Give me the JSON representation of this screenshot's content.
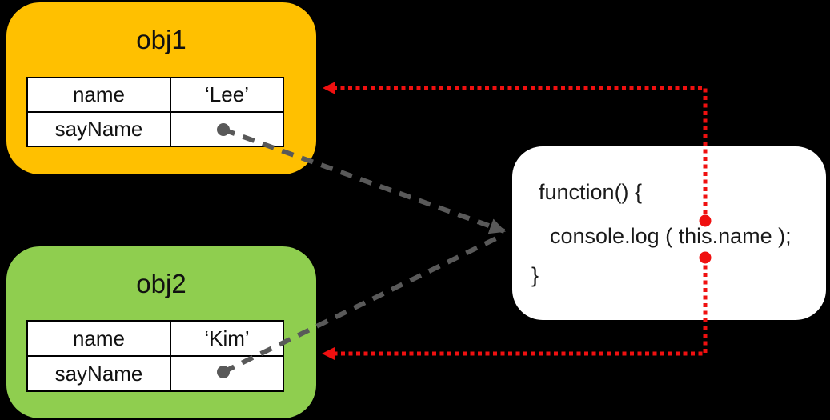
{
  "colors": {
    "background": "#000000",
    "obj1_fill": "#FFC000",
    "obj2_fill": "#8FCE4F",
    "function_fill": "#FFFFFF",
    "table_cell_fill": "#FFFFFF",
    "table_border": "#000000",
    "text": "#111111",
    "gray_connector": "#595959",
    "red_connector": "#F01010"
  },
  "obj1": {
    "title": "obj1",
    "rows": [
      {
        "key": "name",
        "value": "‘Lee’"
      },
      {
        "key": "sayName",
        "value": ""
      }
    ]
  },
  "obj2": {
    "title": "obj2",
    "rows": [
      {
        "key": "name",
        "value": "‘Kim’"
      },
      {
        "key": "sayName",
        "value": ""
      }
    ]
  },
  "function_box": {
    "lines": [
      "function() {",
      "console.log ( this.name );",
      "}"
    ]
  }
}
